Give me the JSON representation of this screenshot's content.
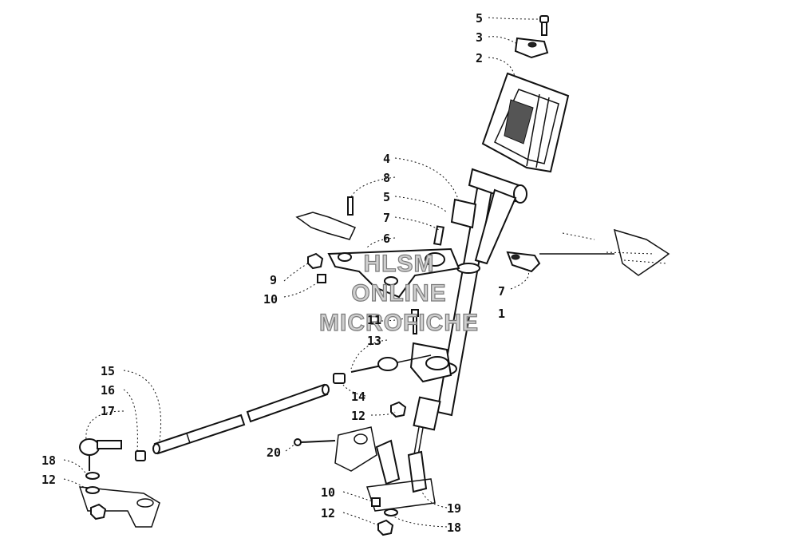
{
  "watermark": {
    "line1": "HLSM",
    "line2": "ONLINE",
    "line3": "MICROFICHE"
  },
  "callouts": {
    "c1": "1",
    "c2": "2",
    "c3": "3",
    "c4": "4",
    "c5a": "5",
    "c5b": "5",
    "c6": "6",
    "c7a": "7",
    "c7b": "7",
    "c8": "8",
    "c9": "9",
    "c10a": "10",
    "c10b": "10",
    "c11": "11",
    "c12a": "12",
    "c12b": "12",
    "c12c": "12",
    "c13": "13",
    "c14": "14",
    "c15": "15",
    "c16": "16",
    "c17": "17",
    "c18a": "18",
    "c18b": "18",
    "c19": "19",
    "c20": "20"
  },
  "colors": {
    "ink": "#111111",
    "paper": "#ffffff",
    "watermark_fill": "#cfcfcf"
  }
}
